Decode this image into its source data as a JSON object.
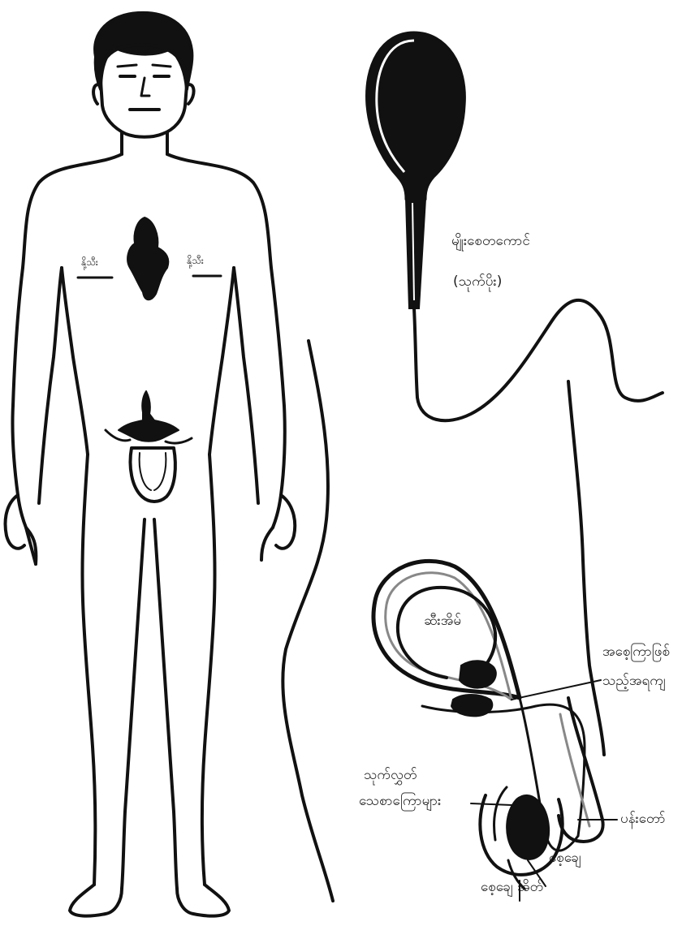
{
  "colors": {
    "ink": "#111111",
    "paper": "#ffffff"
  },
  "labels": {
    "sperm": "မျိုးစေတကောင်",
    "sperm_enlarged": "(သုက်ပိုး)",
    "bladder": "ဆီးအိမ်",
    "seminal_gland_1": "အစေ့ကြာဖြစ်",
    "seminal_gland_2": "သည့်အရကျ",
    "sperm_duct_1": "သုက်လွှတ်",
    "sperm_duct_2": "သေစာကြောများ",
    "penis": "ပန်းတော်",
    "testis": "စေ့ချေ",
    "scrotum": "စေ့ချေ အိတ်",
    "chest_left": "နို့သီး",
    "chest_right": "နို့သီး"
  }
}
